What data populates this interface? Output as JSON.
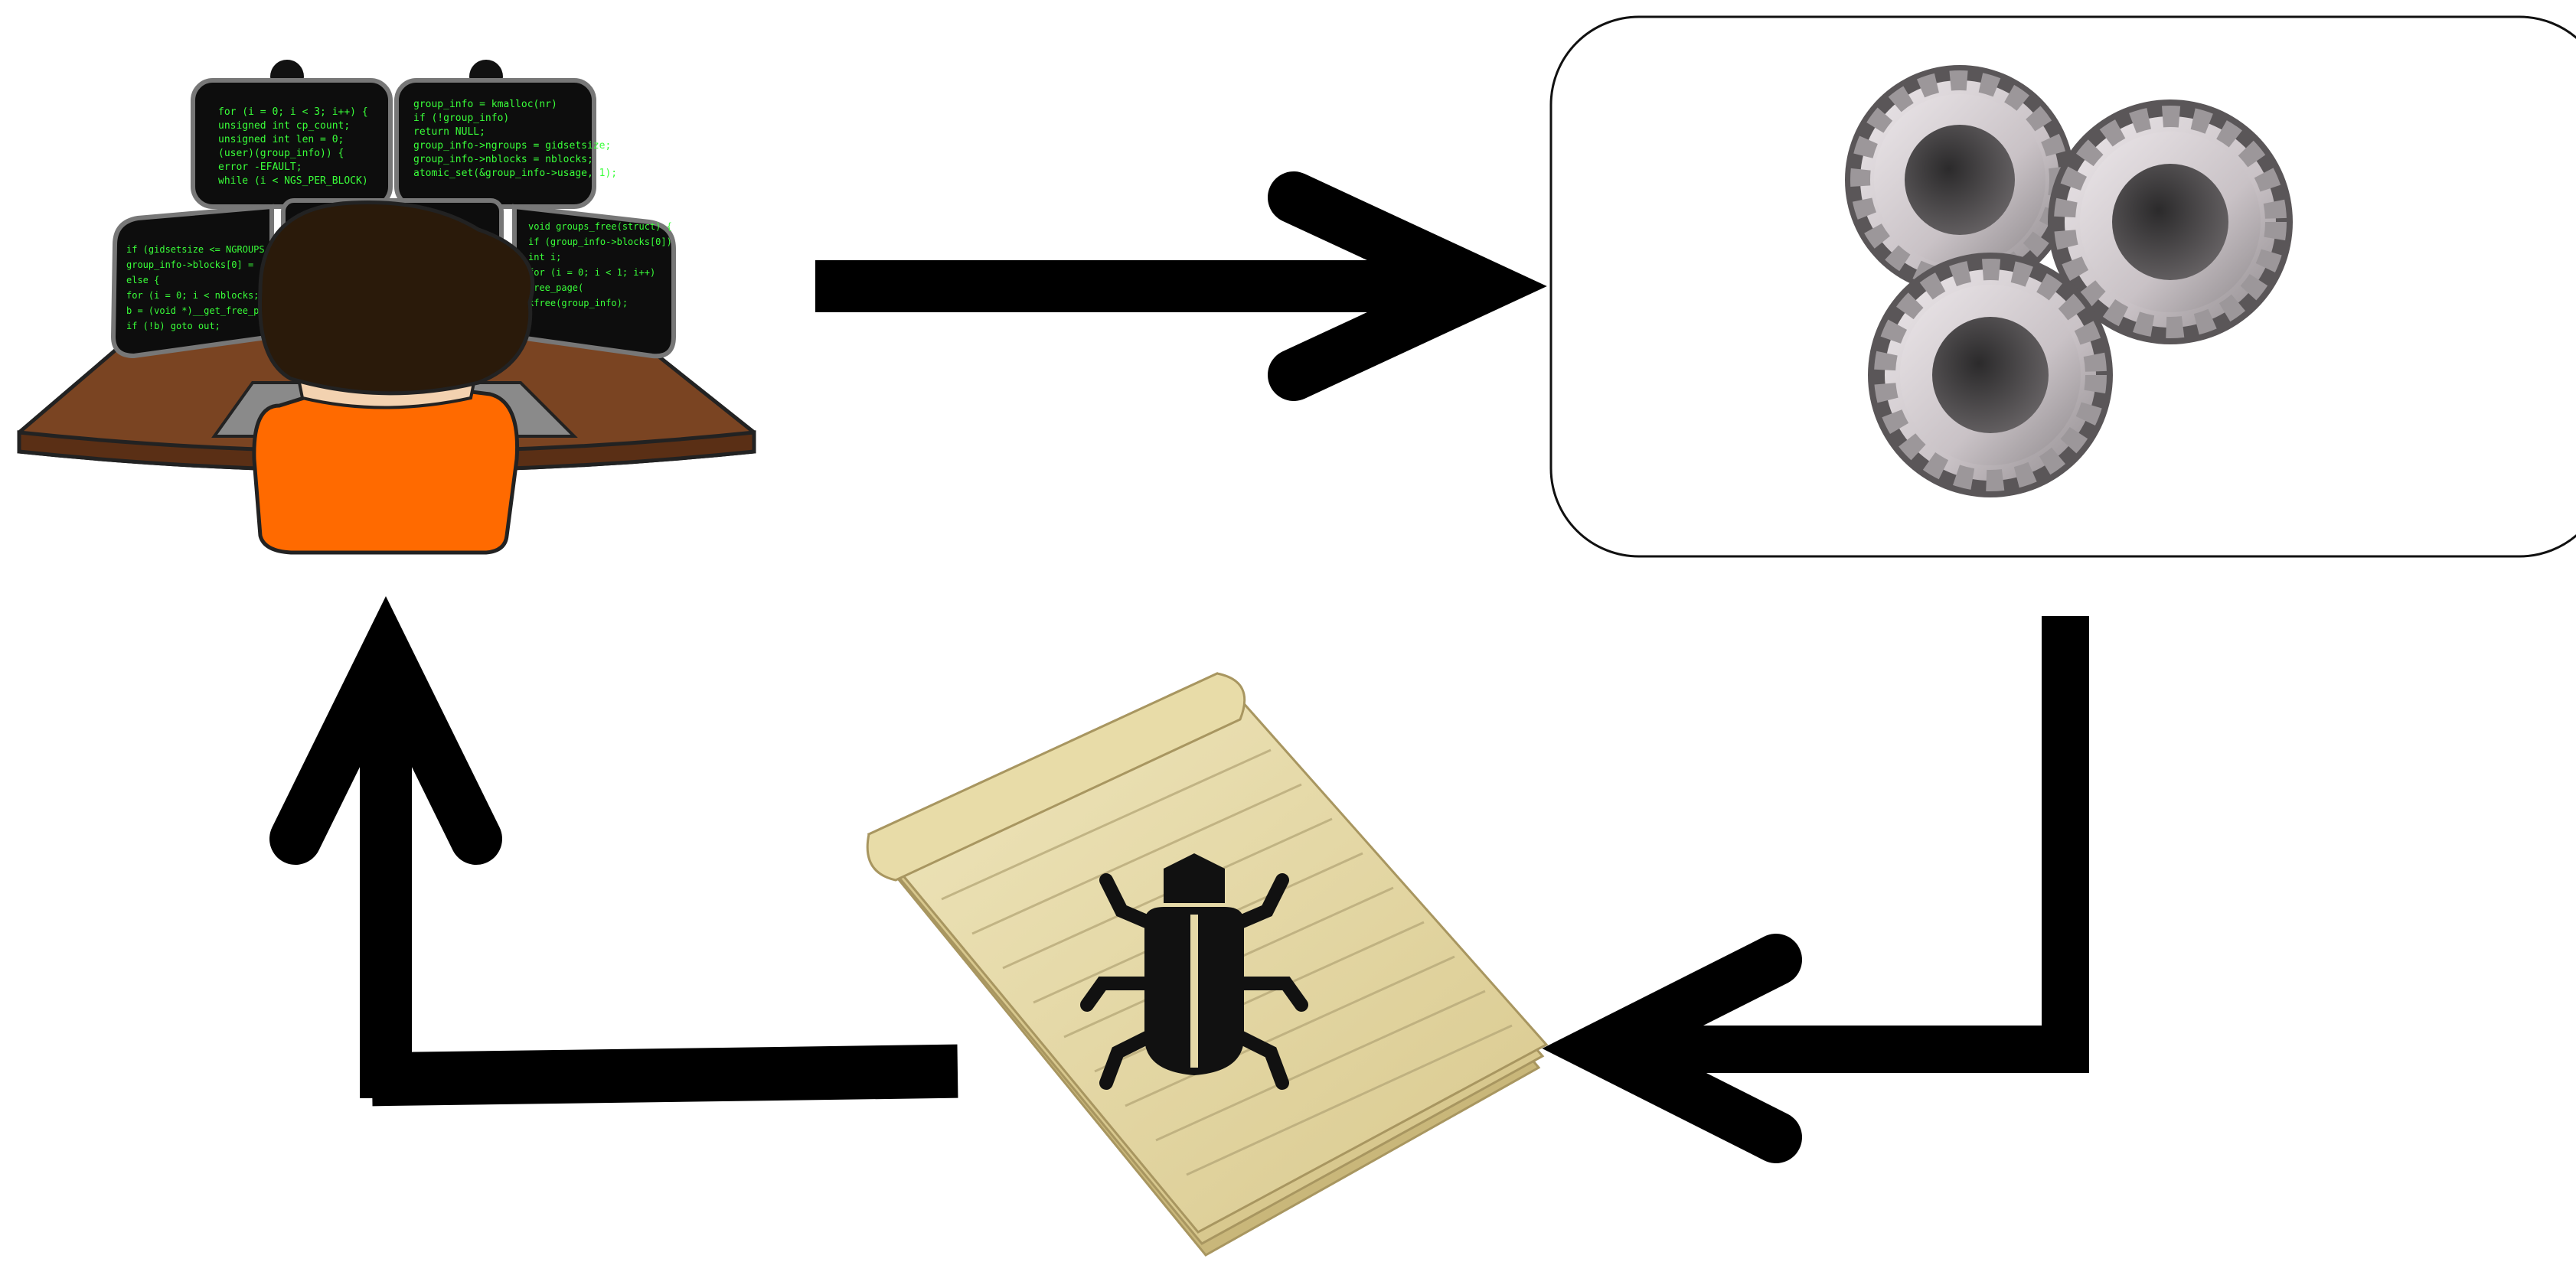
{
  "diagram": {
    "nodes": [
      {
        "id": "developer",
        "icon": "developer-at-monitors-icon"
      },
      {
        "id": "execution",
        "icon": "gears-icon"
      },
      {
        "id": "bug-report",
        "icon": "bug-notepad-icon"
      }
    ],
    "edges": [
      {
        "from": "developer",
        "to": "execution"
      },
      {
        "from": "execution",
        "to": "bug-report"
      },
      {
        "from": "bug-report",
        "to": "developer"
      }
    ]
  },
  "colors": {
    "background": "#ffffff",
    "arrow": "#000000",
    "code_text": "#39ff39",
    "monitor": "#0d0d0d",
    "desk": "#7a4422",
    "shirt": "#ff6a00",
    "hair": "#2a1a0a",
    "gear": "#d9d2d6",
    "gear_dark": "#5a5658",
    "paper": "#e6d9a6",
    "bug": "#111111"
  }
}
